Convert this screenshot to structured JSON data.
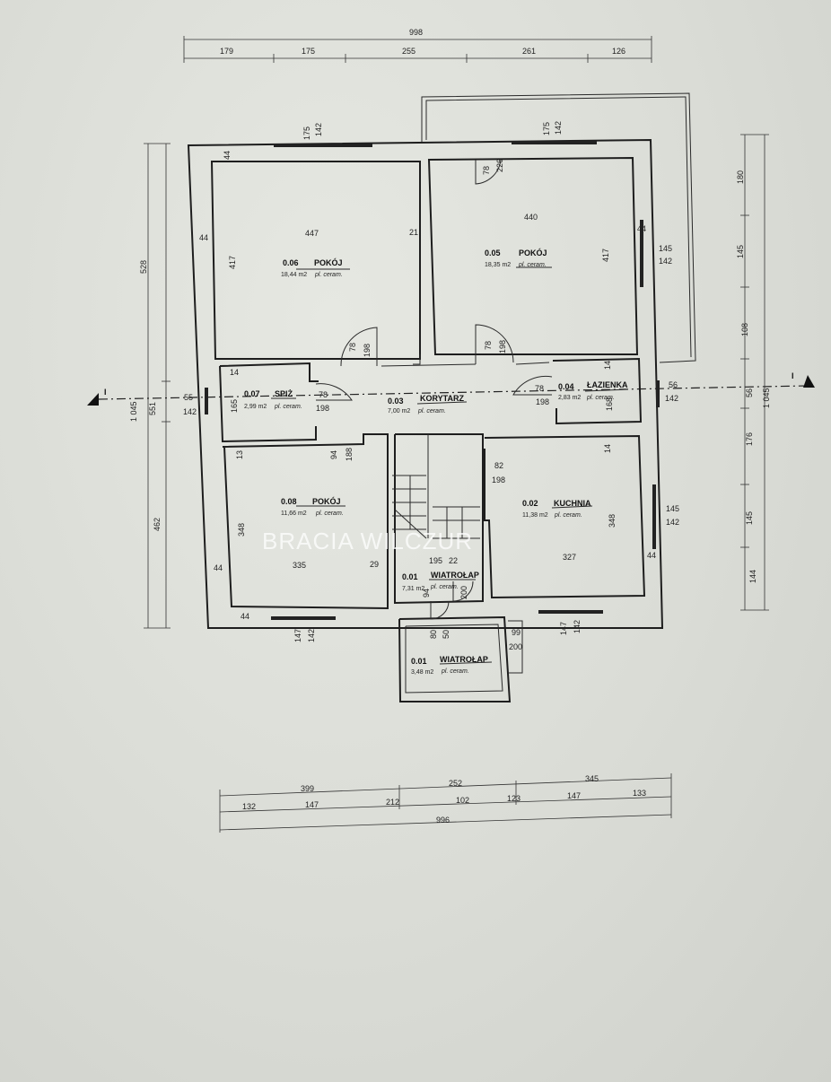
{
  "dims": {
    "top_total": "998",
    "top_segments": [
      "179",
      "175",
      "255",
      "261",
      "126"
    ],
    "bottom_total": "996",
    "bottom_upper": [
      "399",
      "252",
      "345"
    ],
    "bottom_lower": [
      "132",
      "147",
      "212",
      "102",
      "123",
      "147",
      "133"
    ],
    "left_total": "1 045",
    "left_segments": [
      "528",
      "55",
      "462"
    ],
    "left_mid": "551",
    "right_total": "1 045",
    "right_segments": [
      "180",
      "145",
      "108",
      "56",
      "176",
      "145",
      "144"
    ],
    "window_top_left": [
      "175",
      "142"
    ],
    "window_top_right": [
      "175",
      "142"
    ],
    "window_right_upper": [
      "145",
      "142"
    ],
    "window_right_lower": [
      "145",
      "142"
    ],
    "window_bottom_left": [
      "147",
      "142"
    ],
    "window_bottom_right": [
      "147",
      "142"
    ],
    "window_left": [
      "55",
      "142"
    ],
    "window_right": [
      "56",
      "142"
    ]
  },
  "rooms": [
    {
      "id": "0.06",
      "name": "POKÓJ",
      "area": "18,44 m2",
      "floor": "pl. ceram."
    },
    {
      "id": "0.05",
      "name": "POKÓJ",
      "area": "18,35 m2",
      "floor": "pl. ceram."
    },
    {
      "id": "0.07",
      "name": "SPIŻ",
      "area": "2,99 m2",
      "floor": "pl. ceram."
    },
    {
      "id": "0.03",
      "name": "KORYTARZ",
      "area": "7,00 m2",
      "floor": "pl. ceram."
    },
    {
      "id": "0.04",
      "name": "ŁAZIENKA",
      "area": "2,83 m2",
      "floor": "pl. ceram."
    },
    {
      "id": "0.08",
      "name": "POKÓJ",
      "area": "11,66 m2",
      "floor": "pl. ceram."
    },
    {
      "id": "0.02",
      "name": "KUCHNIA",
      "area": "11,38 m2",
      "floor": "pl. ceram."
    },
    {
      "id": "0.01",
      "name": "WIATROŁAP",
      "area": "7,31 m2",
      "floor": "pl. ceram."
    },
    {
      "id": "0.01",
      "name": "WIATROŁAP",
      "area": "3,48 m2",
      "floor": "pl. ceram."
    }
  ],
  "inner": {
    "r06_w": "447",
    "r06_h": "417",
    "r06_wall": "21",
    "r06_wall_l": "44",
    "r06_wall_t": "44",
    "r05_w": "440",
    "r05_h": "417",
    "r05_door": [
      "78",
      "226"
    ],
    "r05_wall": "44",
    "door_06": [
      "78",
      "198"
    ],
    "door_05": [
      "78",
      "198"
    ],
    "spiz": [
      "14",
      "78",
      "198",
      "165"
    ],
    "laz": [
      "78",
      "198",
      "14",
      "168"
    ],
    "r08_w": "335",
    "r08_h": "348",
    "r08_wall": "29",
    "r08_wall_l": "44",
    "r08_wall_b": "44",
    "r08_misc": [
      "13",
      "94",
      "188"
    ],
    "kuch_w": "327",
    "kuch_h": "348",
    "kuch_misc": [
      "82",
      "198",
      "14"
    ],
    "kuch_wall": "44",
    "wia": [
      "195",
      "22",
      "94",
      "200"
    ],
    "wia2": [
      "80",
      "50",
      "99",
      "200"
    ]
  },
  "axis_label": "I",
  "watermark": "BRACIA WILCZUR"
}
